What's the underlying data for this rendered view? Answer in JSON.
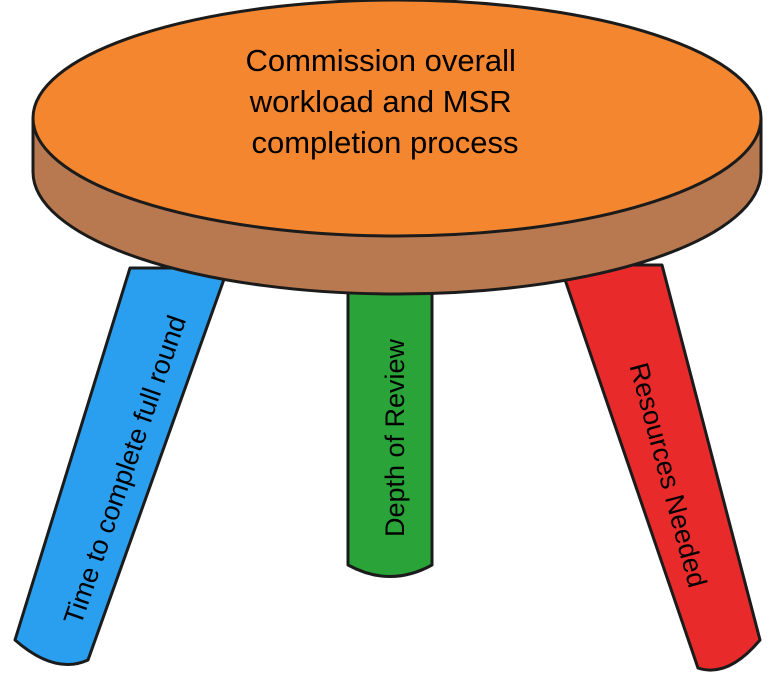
{
  "colors": {
    "seat_top": "#f48630",
    "seat_rim": "#b97950",
    "outline": "#1b1b1b",
    "leg_left": "#2a9ff0",
    "leg_middle": "#2aa339",
    "leg_right": "#e82a2a"
  },
  "seat": {
    "lines": [
      "Commission overall",
      "workload and MSR",
      "completion process"
    ]
  },
  "legs": {
    "left": {
      "label": "Time to complete full round"
    },
    "middle": {
      "label": "Depth of Review"
    },
    "right": {
      "label": "Resources Needed"
    }
  }
}
